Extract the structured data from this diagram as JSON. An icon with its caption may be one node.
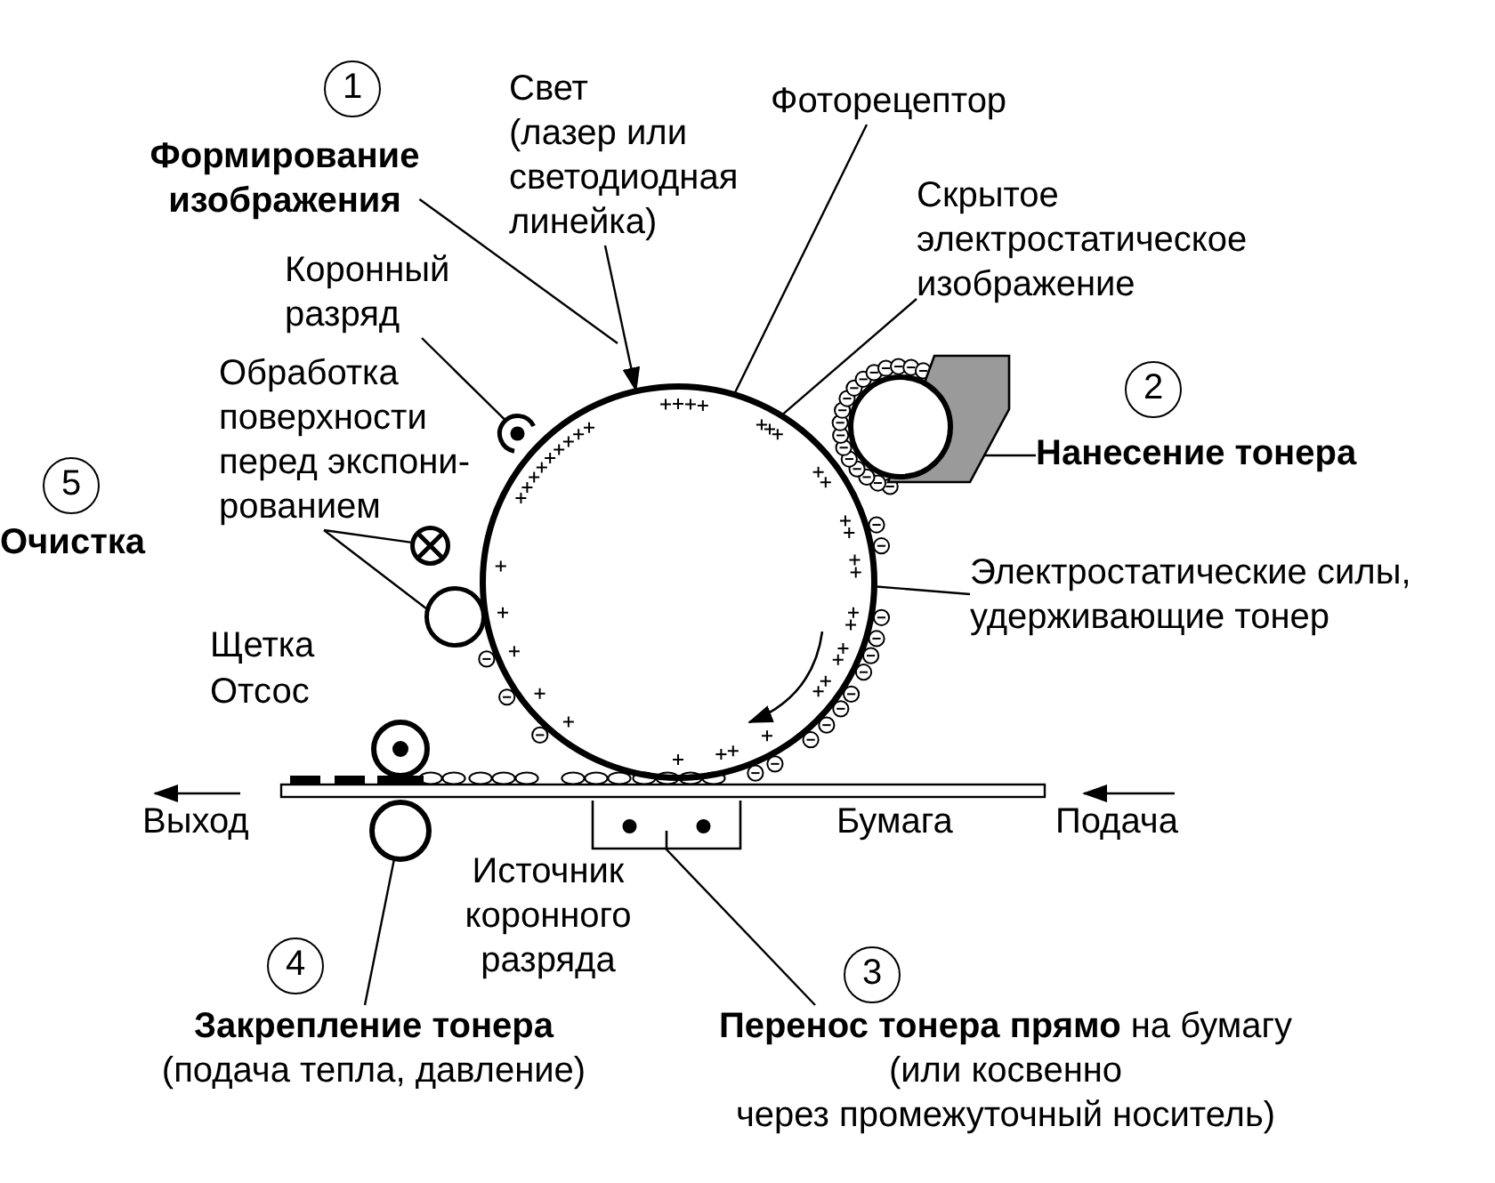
{
  "diagram": {
    "nodes": [
      {
        "text": [
          "1"
        ]
      },
      {
        "text": [
          "Свет (лазер или светодиодная линейка)"
        ]
      },
      {
        "text": [
          "Фоторецептор"
        ]
      },
      {
        "text": [
          "Формирование изображения"
        ]
      },
      {
        "text": [
          "Скрытое электростатическое изображение"
        ]
      },
      {
        "text": [
          "Коронный разряд"
        ]
      },
      {
        "text": [
          "Обработка поверхности перед экспони-рованием"
        ]
      },
      {
        "text": [
          "2"
        ]
      },
      {
        "text": [],
        "shape": "circle"
      },
      {
        "text": [],
        "shape": "circle"
      },
      {
        "text": [],
        "shape": "picture"
      },
      {
        "text": [
          "Нанесение тонера"
        ]
      },
      {
        "text": [
          "5"
        ],
        "beside": [
          "Очистка"
        ]
      },
      {
        "text": [],
        "shape": "circle"
      },
      {
        "text": [
          "Электростатические силы, удерживающие тонер"
        ]
      },
      {
        "text": [],
        "shape": "circle"
      },
      {
        "text": [],
        "shape": "circle"
      },
      {
        "text": [],
        "shape": "box"
      },
      {
        "text": [],
        "shape": "circle"
      },
      {
        "text": [
          "4"
        ]
      },
      {
        "text": [
          "3"
        ]
      },
      {
        "text": [
          "Закрепление тонера",
          "(подача тепла, давление)"
        ]
      },
      {
        "text": [
          "**Перенос тонера прямо** на бумагу (или косвенно через промежуточный носитель)"
        ]
      }
    ],
    "edges": [
      {
        "from": 3,
        "to": null,
        "arrow": "none"
      },
      {
        "from": 1,
        "to": 8,
        "arrow": "to"
      },
      {
        "from": 2,
        "to": 8,
        "arrow": "none"
      },
      {
        "from": 4,
        "to": 8,
        "arrow": "none"
      },
      {
        "from": 5,
        "to": 9,
        "arrow": "none"
      },
      {
        "from": 6,
        "to": 13,
        "arrow": "none"
      },
      {
        "from": 6,
        "to": 15,
        "arrow": "none"
      },
      {
        "from": 11,
        "to": 10,
        "arrow": "none"
      },
      {
        "from": 14,
        "to": 8,
        "arrow": "none"
      },
      {
        "from": 22,
        "to": 17,
        "arrow": "none"
      },
      {
        "from": 21,
        "to": 18,
        "arrow": "none"
      }
    ],
    "labels": [
      "Щетка",
      "Отсос",
      "Выход",
      "Бумага",
      "Подача",
      "Источник коронного разряда"
    ]
  }
}
